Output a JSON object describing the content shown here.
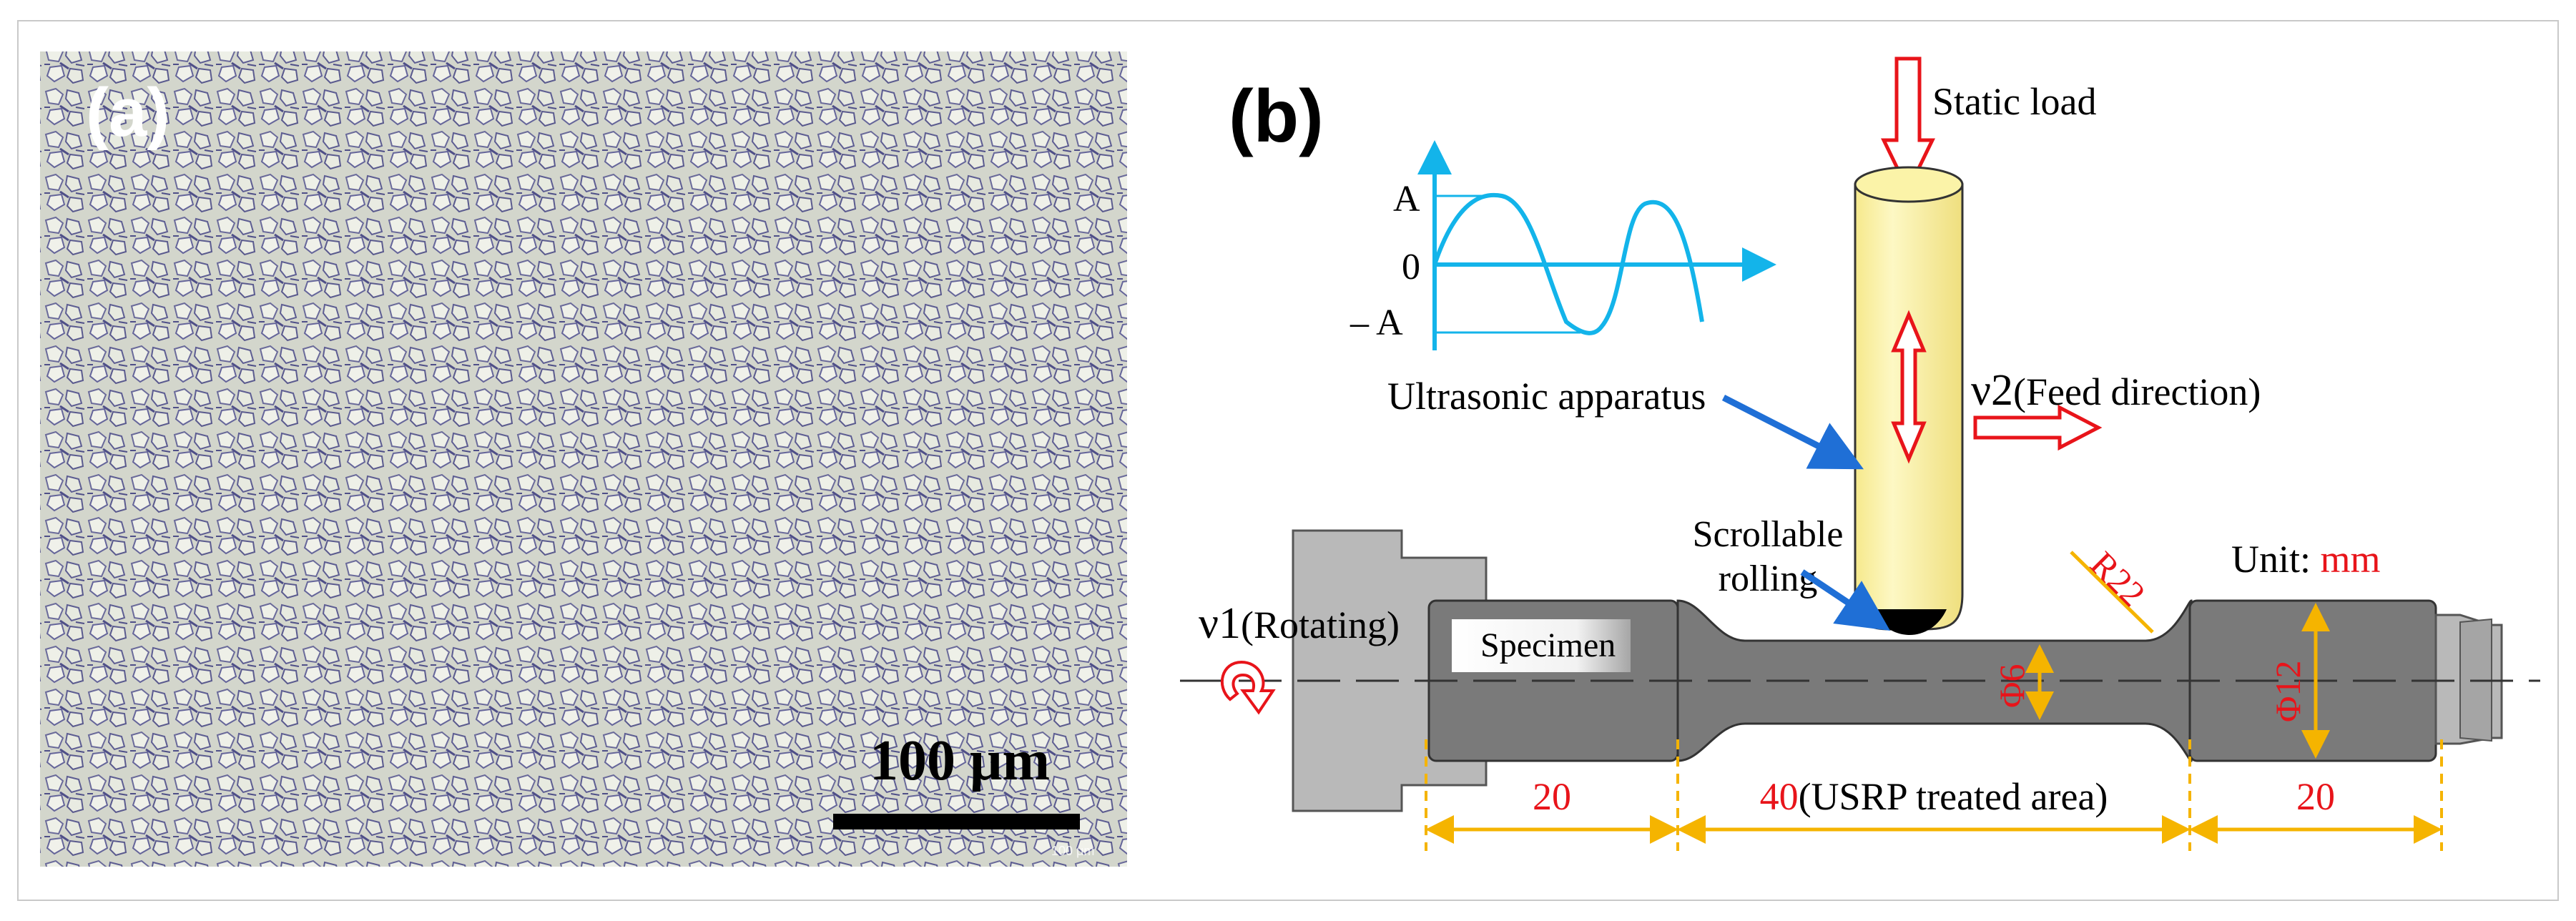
{
  "panel_a": {
    "label": "(a)",
    "scale_bar_label": "100 μm",
    "watermark": "100 μm"
  },
  "panel_b": {
    "label": "(b)",
    "static_load": "Static load",
    "wave_label_pos": "A",
    "wave_label_zero": "0",
    "wave_label_neg": "– A",
    "ultrasonic": "Ultrasonic apparatus",
    "v2_symbol": "ν2",
    "v2_text": "(Feed direction)",
    "scrollable_line1": "Scrollable",
    "scrollable_line2": "rolling",
    "r22": "R22",
    "unit_prefix": "Unit: ",
    "unit_value": "mm",
    "v1_symbol": "ν1",
    "v1_text": "(Rotating)",
    "specimen": "Specimen",
    "phi6": "Φ6",
    "phi12": "Φ12",
    "dim_left": "20",
    "dim_mid_value": "40",
    "dim_mid_text": "(USRP treated area)",
    "dim_right": "20"
  },
  "colors": {
    "red": "#e8141a",
    "orange": "#f5b400",
    "cyan": "#13b4ea",
    "blue_arrow": "#1f6fd6",
    "cylinder_fill": "#fbf3a8",
    "specimen_fill": "#777777",
    "grip_fill": "#b9b9b9"
  }
}
